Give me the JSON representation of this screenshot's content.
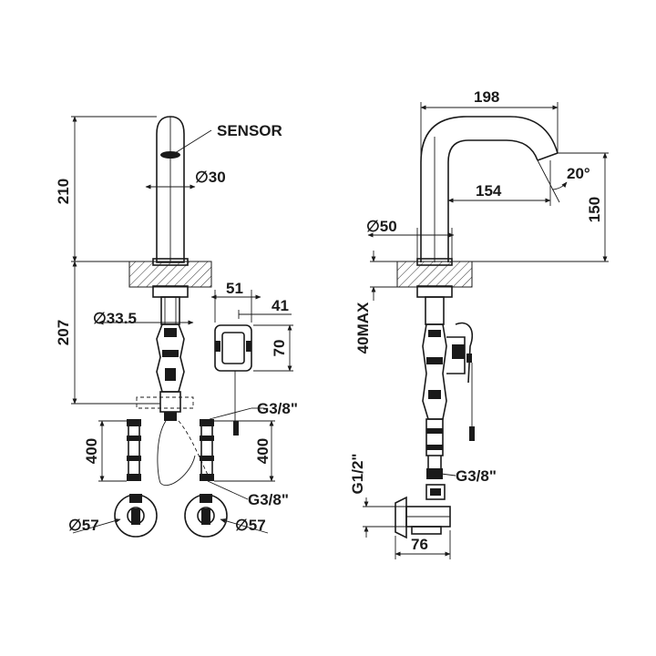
{
  "labels": {
    "sensor": "SENSOR",
    "spout_height": "210",
    "spout_diameter": "∅30",
    "body_diameter": "∅33.5",
    "body_length": "207",
    "box_width": "51",
    "box_depth": "41",
    "box_height": "70",
    "hose_left": "400",
    "hose_right": "400",
    "thread_top": "G3/8\"",
    "thread_bottom": "G3/8\"",
    "valve_left_diameter": "∅57",
    "valve_right_diameter": "∅57",
    "reach": "198",
    "inner_reach": "154",
    "angle": "20°",
    "height_150": "150",
    "base_diameter": "∅50",
    "max_thickness": "40MAX",
    "inlet_thread": "G1/2\"",
    "side_thread": "G3/8\"",
    "valve_width": "76"
  },
  "colors": {
    "line": "#1a1a1a",
    "background": "#ffffff"
  }
}
